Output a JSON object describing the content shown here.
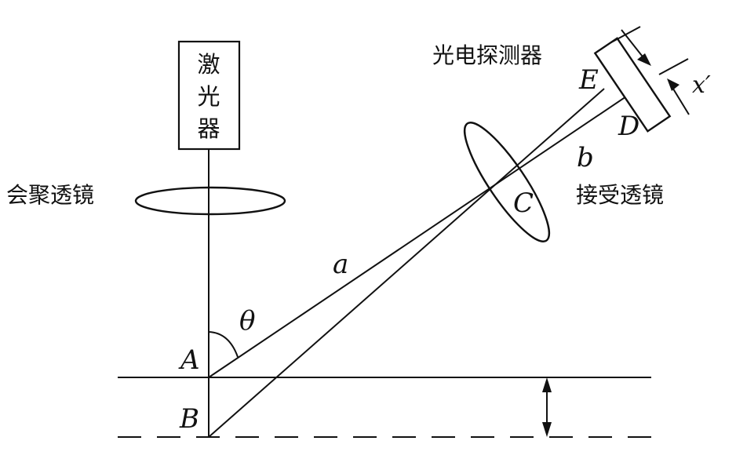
{
  "labels": {
    "laser_line1": "激",
    "laser_line2": "光",
    "laser_line3": "器",
    "focus_lens": "会聚透镜",
    "photodetector": "光电探测器",
    "receiving_lens": "接受透镜",
    "point_a": "A",
    "point_b": "B",
    "point_c": "C",
    "point_d": "D",
    "point_e": "E",
    "ray_a": "a",
    "ray_b": "b",
    "angle": "θ",
    "displacement": "x′"
  }
}
